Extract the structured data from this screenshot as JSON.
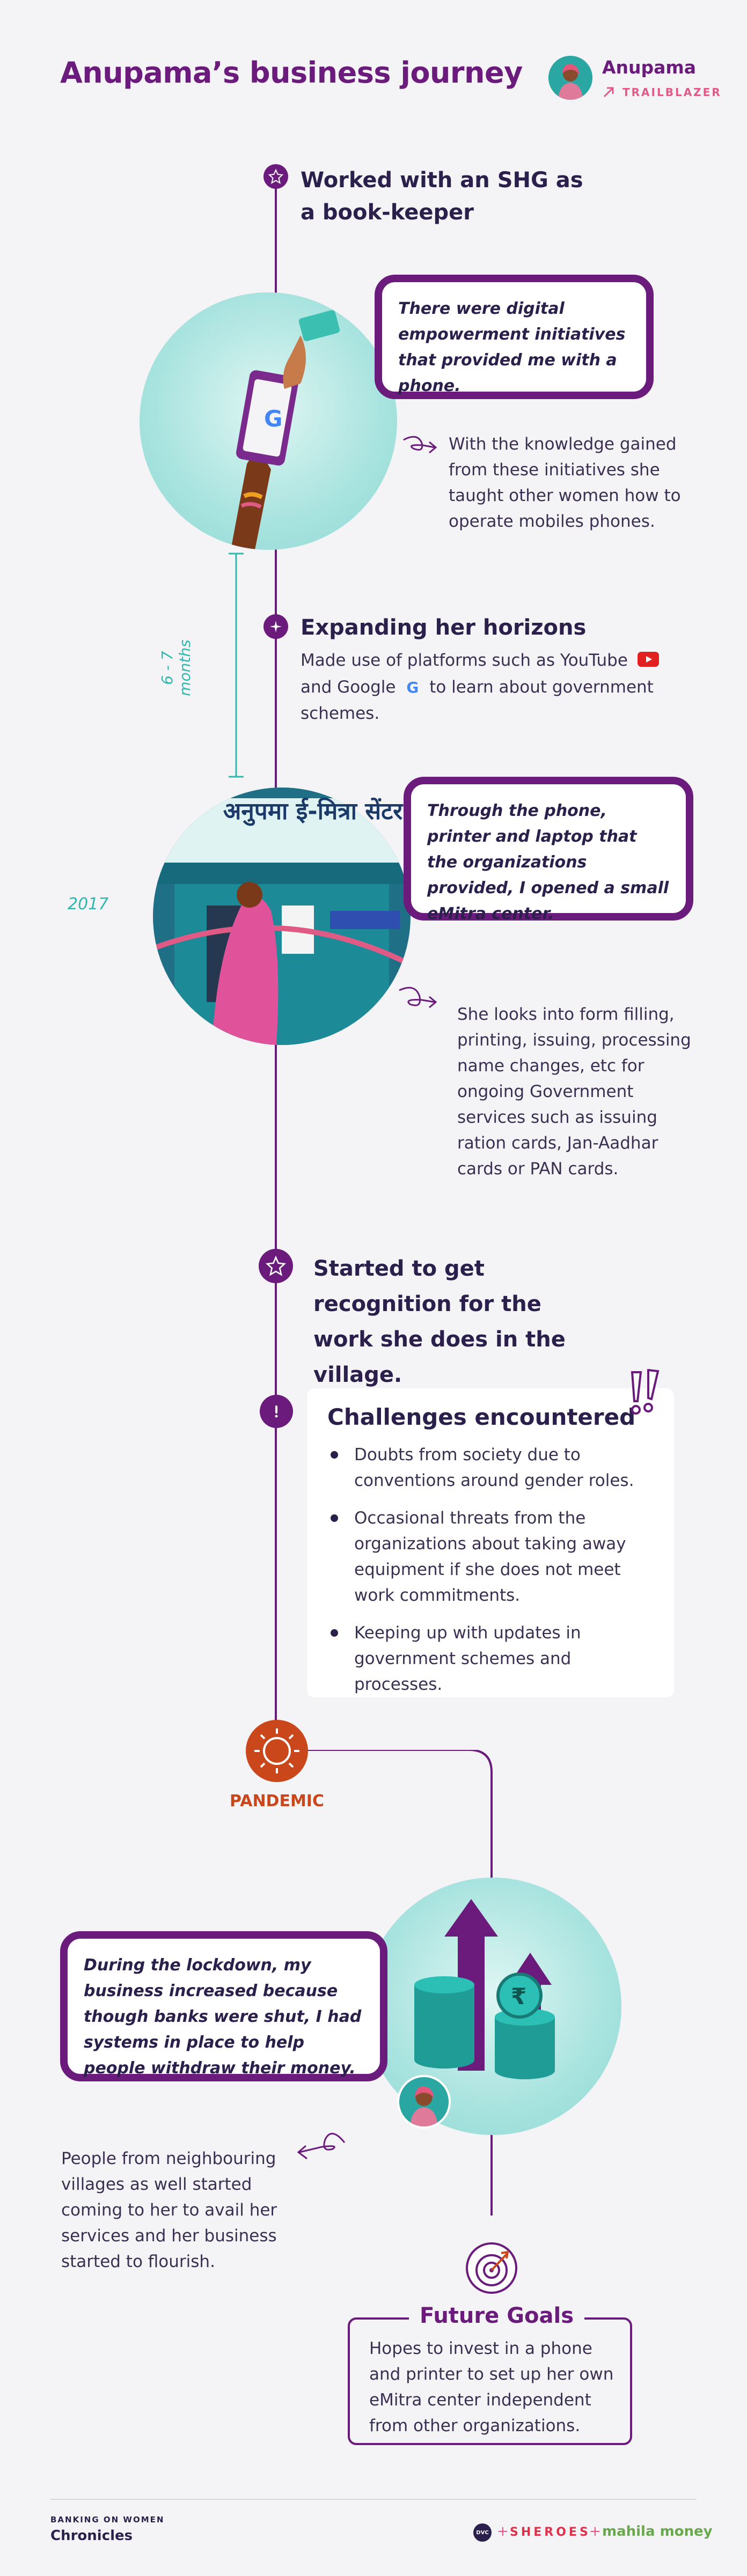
{
  "header": {
    "title": "Anupama’s business journey",
    "user_name": "Anupama",
    "user_role": "TRAILBLAZER"
  },
  "timeline": {
    "milestone1_heading": "Worked with an SHG as a book-keeper",
    "bubble1": "There were digital empowerment initiatives that provided me with a phone.",
    "note1": "With the knowledge gained from these initiatives she taught other women how to operate mobiles phones.",
    "duration_label": "6 - 7 months",
    "milestone2_heading": "Expanding her horizons",
    "milestone2_text_a": "Made use of platforms such as YouTube",
    "milestone2_text_b": "and Google",
    "milestone2_text_c": "to learn about government schemes.",
    "year_label": "2017",
    "shop_sign": "अनुपमा ई-मित्रा सेंटर",
    "bubble2": "Through the phone, printer and laptop that the organizations provided, I opened a small eMitra center.",
    "note2": "She looks into form filling, printing, issuing, processing name changes, etc for ongoing Government services such as issuing ration cards, Jan-Aadhar cards or PAN cards.",
    "milestone3_heading": "Started to get recognition for the work she does in the village.",
    "challenges_heading": "Challenges encountered",
    "challenges": [
      "Doubts from society due to conventions around gender roles.",
      "Occasional threats from the organizations about taking away equipment if she does not meet work commitments.",
      "Keeping up with updates in government schemes and processes."
    ],
    "pandemic_label": "PANDEMIC",
    "bubble3": "During the lockdown, my business increased because though banks were shut, I had systems in place to help people withdraw their money.",
    "note3": "People from neighbouring villages as well started coming to her to avail her services and her business started to flourish.",
    "future_heading": "Future Goals",
    "future_text": "Hopes to invest in a phone and printer to set up her own eMitra center independent from other organizations."
  },
  "footer": {
    "brand_line1": "BANKING ON WOMEN",
    "brand_line2": "Chronicles",
    "partner_dot": "DVC",
    "partner1": "SHEROES",
    "partner2": "mahila money",
    "plus": "+"
  },
  "colors": {
    "purple": "#6a1b7c",
    "teal": "#2fb8ae",
    "orange": "#c9471a",
    "pink": "#e05a86"
  }
}
